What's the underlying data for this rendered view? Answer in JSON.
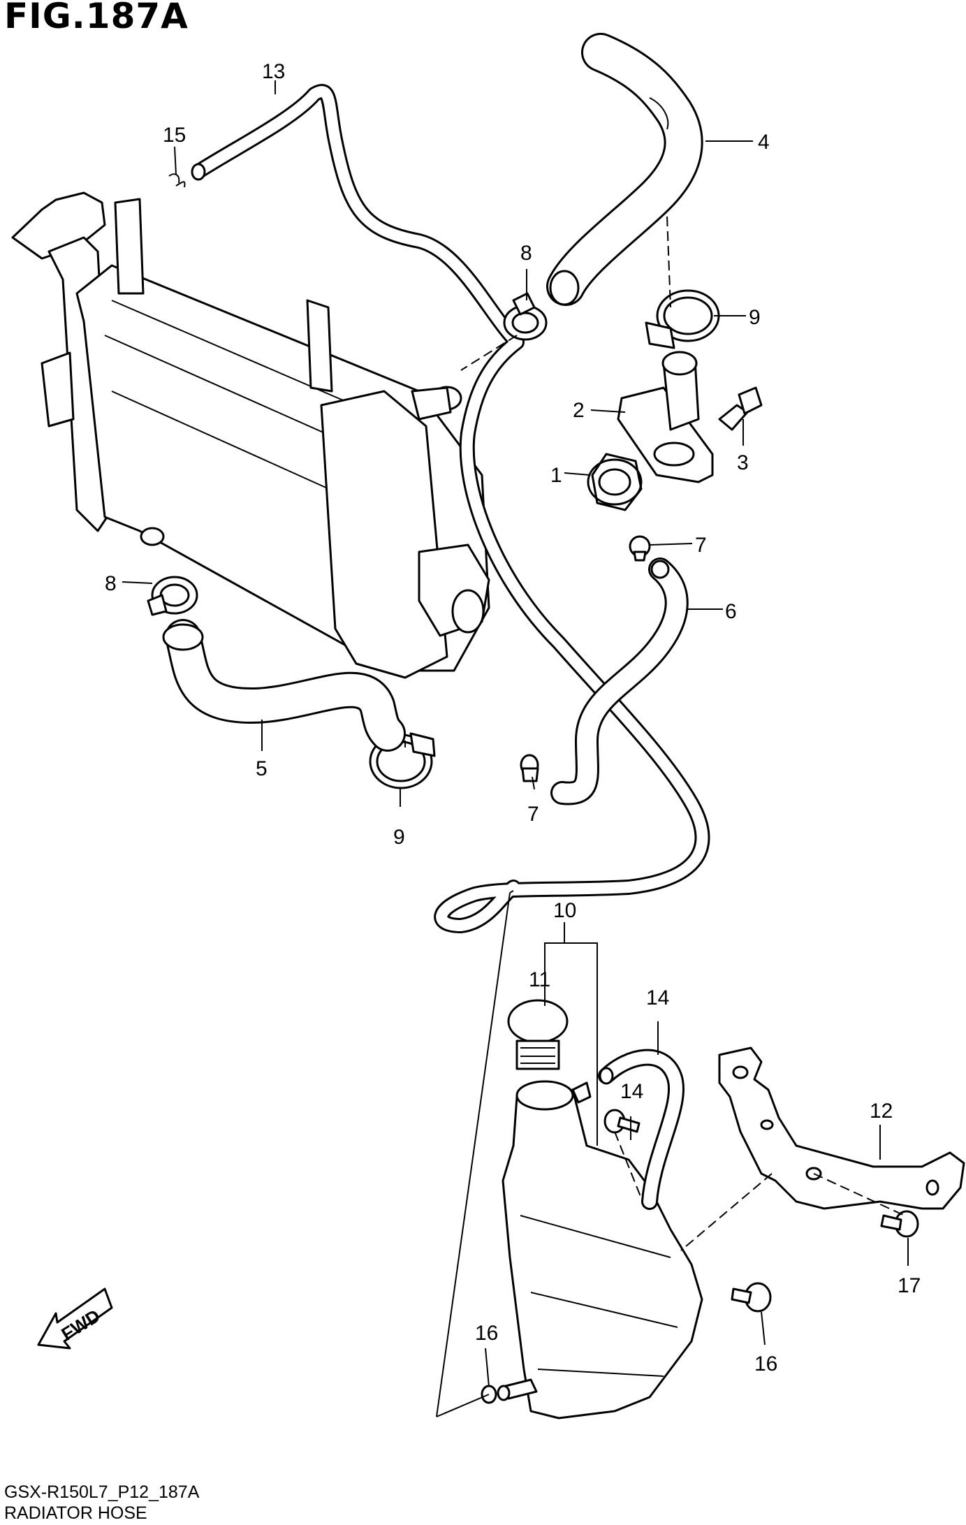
{
  "figure": {
    "title": "FIG.187A",
    "model_code": "GSX-R150L7_P12_187A",
    "section_name": "RADIATOR HOSE"
  },
  "direction_marker": {
    "label": "FWD",
    "icon": "fwd-arrow-icon"
  },
  "callouts": [
    {
      "id": "c1",
      "label": "1"
    },
    {
      "id": "c2",
      "label": "2"
    },
    {
      "id": "c3",
      "label": "3"
    },
    {
      "id": "c4",
      "label": "4"
    },
    {
      "id": "c5",
      "label": "5"
    },
    {
      "id": "c6",
      "label": "6"
    },
    {
      "id": "c7a",
      "label": "7"
    },
    {
      "id": "c7b",
      "label": "7"
    },
    {
      "id": "c8a",
      "label": "8"
    },
    {
      "id": "c8b",
      "label": "8"
    },
    {
      "id": "c9a",
      "label": "9"
    },
    {
      "id": "c9b",
      "label": "9"
    },
    {
      "id": "c10",
      "label": "10"
    },
    {
      "id": "c11",
      "label": "11"
    },
    {
      "id": "c12",
      "label": "12"
    },
    {
      "id": "c13",
      "label": "13"
    },
    {
      "id": "c14a",
      "label": "14"
    },
    {
      "id": "c14b",
      "label": "14"
    },
    {
      "id": "c15",
      "label": "15"
    },
    {
      "id": "c16a",
      "label": "16"
    },
    {
      "id": "c16b",
      "label": "16"
    },
    {
      "id": "c17",
      "label": "17"
    }
  ]
}
